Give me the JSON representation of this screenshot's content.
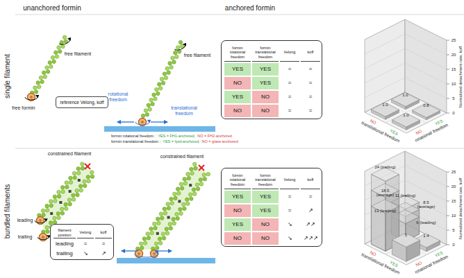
{
  "diagram": {
    "nodes": [
      {
        "text": [
          "reference Velong, koff"
        ]
      },
      {
        "text": [
          "formin rotational freedom",
          "formin translational freedom",
          "Velong",
          "koff",
          "YES",
          "YES",
          "=",
          "=",
          "NO",
          "YES",
          "=",
          "=",
          "YES",
          "NO",
          "=",
          "=",
          "NO",
          "NO",
          "=",
          "="
        ]
      },
      {
        "text": [
          "filament position",
          "Velong",
          "koff",
          "leading",
          "=",
          "=",
          "trailing",
          "↘",
          "↗"
        ]
      },
      {
        "text": [
          "formin rotational freedom",
          "formin translational freedom",
          "Velong",
          "koff",
          "YES",
          "YES",
          "=",
          "=",
          "NO",
          "YES",
          "=",
          "↗",
          "YES",
          "NO",
          "↘",
          "↗↗",
          "NO",
          "NO",
          "↘",
          "↗↗↗"
        ]
      }
    ],
    "labels": [
      "unanchored formin",
      "anchored formin",
      "single filament",
      "bundled filaments",
      "free filament",
      "free formin",
      "free filament",
      "rotational freedom",
      "translational freedom",
      "formin rotational freedom :",
      "YES = FH1-anchored;",
      "NO = FH2-anchored",
      "formin translational freedom :",
      "YES = lipid-anchored;",
      "NO = glass-anchored",
      "Normalized detachment rate, koff",
      "0",
      "5",
      "10",
      "15",
      "20",
      "25",
      "1.0",
      "1.0",
      "0.8",
      "1.0",
      "NO",
      "translational freedom",
      "YES",
      "NO",
      "rotational freedom",
      "YES",
      "constrained filament",
      "leading",
      "trailing",
      "constrained filament",
      "Normalized detachment rate, koff",
      "0",
      "5",
      "10",
      "15",
      "20",
      "25",
      "24 (trailing)",
      "18.5 (average)",
      "13 (leading)",
      "11 (trailing)",
      "8.5 (average)",
      "6 (leading)",
      "5",
      "1.4",
      "NO",
      "translational freedom",
      "YES",
      "NO",
      "rotational freedom",
      "YES"
    ]
  }
}
